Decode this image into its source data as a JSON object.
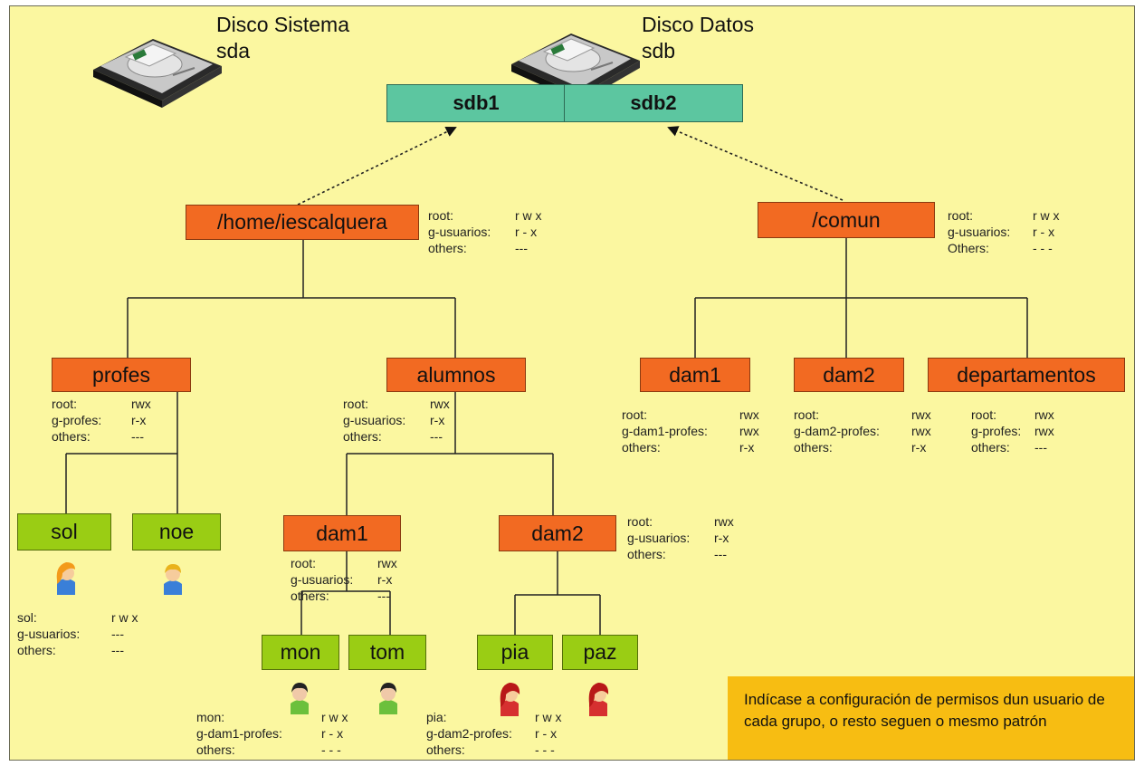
{
  "disks": {
    "sistema": {
      "line1": "Disco Sistema",
      "line2": "sda",
      "icon": "hard-disk-icon"
    },
    "datos": {
      "line1": "Disco Datos",
      "line2": "sdb",
      "icon": "hard-disk-icon"
    }
  },
  "partitions": {
    "sdb1": "sdb1",
    "sdb2": "sdb2"
  },
  "folders": {
    "home": "/home/iescalquera",
    "comun": "/comun",
    "profes": "profes",
    "alumnos": "alumnos",
    "comun_dam1": "dam1",
    "comun_dam2": "dam2",
    "departamentos": "departamentos",
    "alumnos_dam1": "dam1",
    "alumnos_dam2": "dam2"
  },
  "users": {
    "sol": "sol",
    "noe": "noe",
    "mon": "mon",
    "tom": "tom",
    "pia": "pia",
    "paz": "paz"
  },
  "permissions": {
    "home": [
      [
        "root:",
        "r w x"
      ],
      [
        "g-usuarios:",
        "r - x"
      ],
      [
        "others:",
        "---"
      ]
    ],
    "comun": [
      [
        "root:",
        "r w x"
      ],
      [
        "g-usuarios:",
        "r - x"
      ],
      [
        "Others:",
        "- - -"
      ]
    ],
    "profes": [
      [
        "root:",
        "rwx"
      ],
      [
        "g-profes:",
        "r-x"
      ],
      [
        "others:",
        "---"
      ]
    ],
    "alumnos": [
      [
        "root:",
        "rwx"
      ],
      [
        "g-usuarios:",
        "r-x"
      ],
      [
        "others:",
        "---"
      ]
    ],
    "comun_dam1": [
      [
        "root:",
        "rwx"
      ],
      [
        "g-dam1-profes:",
        "rwx"
      ],
      [
        "others:",
        "r-x"
      ]
    ],
    "comun_dam2": [
      [
        "root:",
        "rwx"
      ],
      [
        "g-dam2-profes:",
        "rwx"
      ],
      [
        "others:",
        "r-x"
      ]
    ],
    "departamentos": [
      [
        "root:",
        "rwx"
      ],
      [
        "g-profes:",
        "rwx"
      ],
      [
        "others:",
        "---"
      ]
    ],
    "alumnos_dam1": [
      [
        "root:",
        "rwx"
      ],
      [
        "g-usuarios:",
        "r-x"
      ],
      [
        "others:",
        "---"
      ]
    ],
    "alumnos_dam2": [
      [
        "root:",
        "rwx"
      ],
      [
        "g-usuarios:",
        "r-x"
      ],
      [
        "others:",
        "---"
      ]
    ],
    "sol": [
      [
        "sol:",
        "r w x"
      ],
      [
        "g-usuarios:",
        "---"
      ],
      [
        "others:",
        "---"
      ]
    ],
    "mon": [
      [
        "mon:",
        "r w x"
      ],
      [
        "g-dam1-profes:",
        "r - x"
      ],
      [
        "others:",
        "- - -"
      ]
    ],
    "pia": [
      [
        "pia:",
        "r w x"
      ],
      [
        "g-dam2-profes:",
        "r - x"
      ],
      [
        "others:",
        "- - -"
      ]
    ]
  },
  "note": "Indícase a configuración de permisos dun usuario de cada grupo, o resto seguen o mesmo patrón",
  "colors": {
    "background": "#fbf7a0",
    "folder": "#f26a22",
    "user": "#9acd14",
    "partition": "#5cc6a0",
    "note": "#f7bd12"
  }
}
